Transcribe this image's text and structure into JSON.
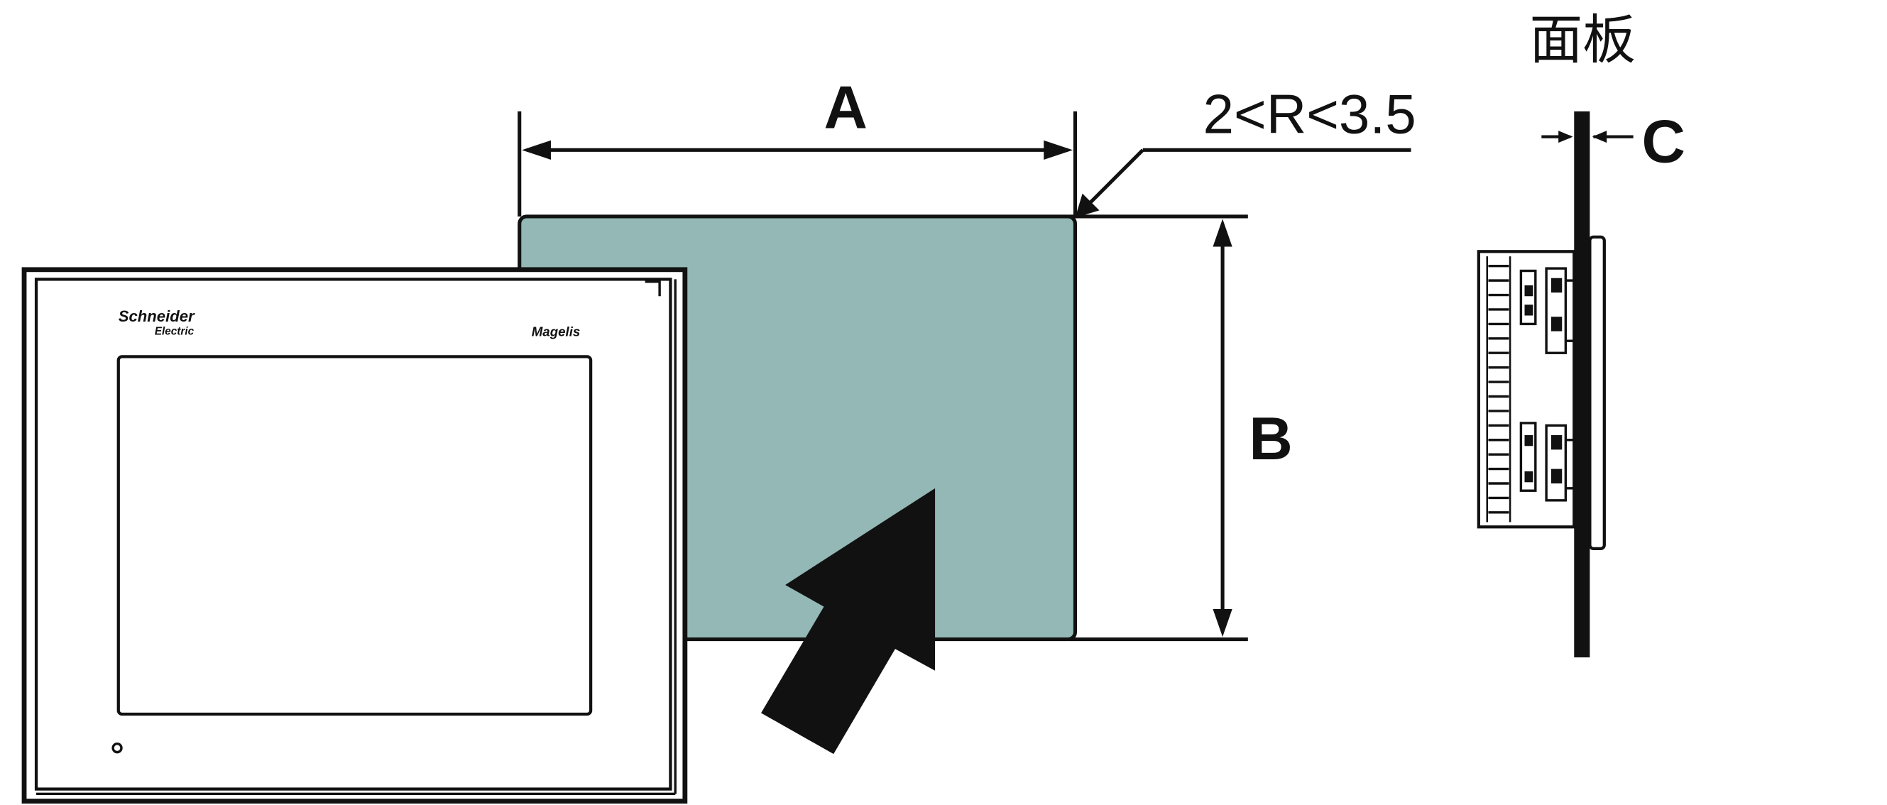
{
  "labels": {
    "width_label": "A",
    "height_label": "B",
    "thickness_label": "C",
    "radius_label": "2<R<3.5",
    "panel_label": "面板"
  },
  "device": {
    "brand_line1": "Schneider",
    "brand_line2": "Electric",
    "product_name": "Magelis"
  },
  "colors": {
    "cutout_fill": "#93b8b5",
    "ink": "#111111"
  }
}
